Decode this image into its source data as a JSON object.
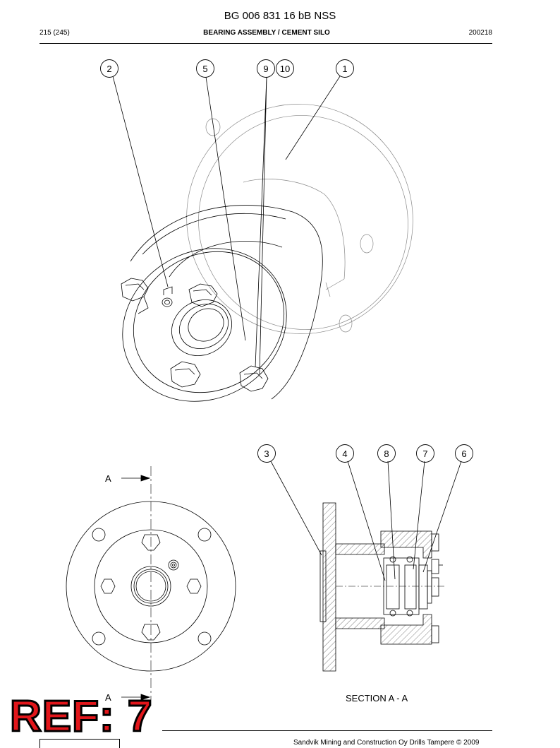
{
  "header": {
    "title": "BG 006 831 16 bB NSS",
    "page": "215 (245)",
    "subtitle": "BEARING ASSEMBLY / CEMENT SILO",
    "code": "200218"
  },
  "drawing": {
    "top_callouts": [
      "2",
      "5",
      "9",
      "10",
      "1"
    ],
    "bottom_callouts": [
      "3",
      "4",
      "8",
      "7",
      "6"
    ],
    "section_marker_top": "A",
    "section_marker_bottom": "A",
    "section_label": "SECTION A - A"
  },
  "stamp": {
    "ref_label": "REF: 7"
  },
  "footer": {
    "text": "Sandvik Mining and Construction Oy Drills Tampere © 2009"
  },
  "colors": {
    "line": "#000000",
    "stamp_fill": "#e2161b",
    "hatch": "#222222"
  }
}
